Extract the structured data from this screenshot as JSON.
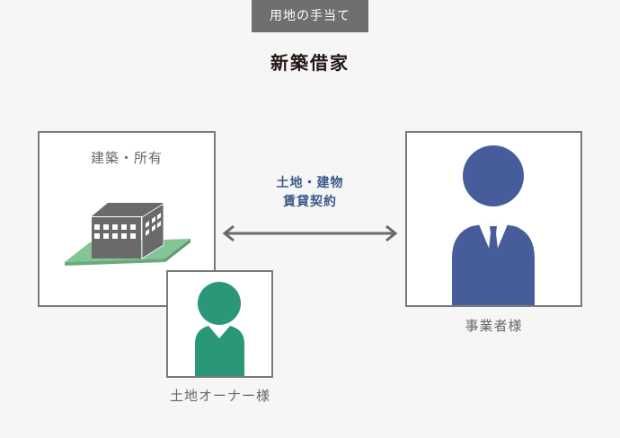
{
  "header": {
    "tag": "用地の手当て",
    "title": "新築借家"
  },
  "left_box": {
    "label": "建築・所有",
    "icon": "building-icon"
  },
  "owner": {
    "label": "土地オーナー様",
    "icon": "person-icon",
    "color": "#2a9878"
  },
  "contract": {
    "line1": "土地・建物",
    "line2": "賃貸契約",
    "color": "#3d5a8a"
  },
  "business": {
    "label": "事業者様",
    "icon": "businessman-icon",
    "color": "#475d9b"
  }
}
